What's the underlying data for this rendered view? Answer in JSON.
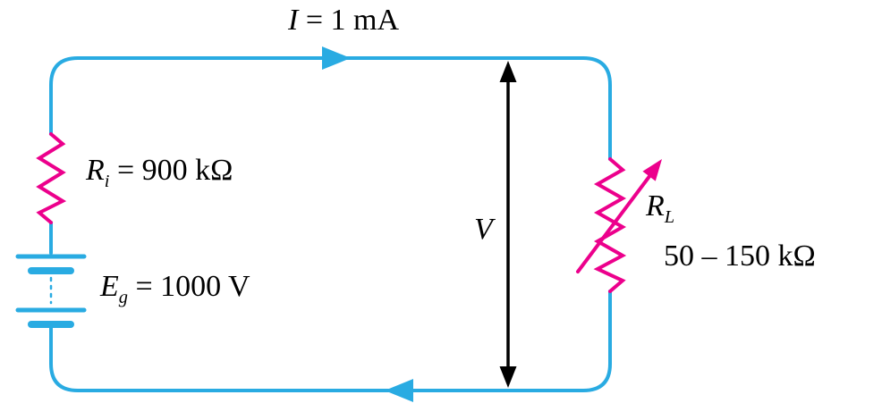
{
  "diagram": {
    "type": "circuit-diagram",
    "colors": {
      "wire": "#29ABE2",
      "resistor": "#EC008C",
      "text": "#000000"
    },
    "labels": {
      "current": {
        "symbol": "I",
        "rest": " = 1 mA"
      },
      "ri": {
        "symbol": "R",
        "subscript": "i",
        "rest": " = 900 kΩ"
      },
      "eg": {
        "symbol": "E",
        "subscript": "g",
        "rest": " = 1000 V"
      },
      "voltage": {
        "symbol": "V"
      },
      "rl": {
        "symbol": "R",
        "subscript": "L"
      },
      "rl_range": "50 – 150 kΩ"
    }
  }
}
